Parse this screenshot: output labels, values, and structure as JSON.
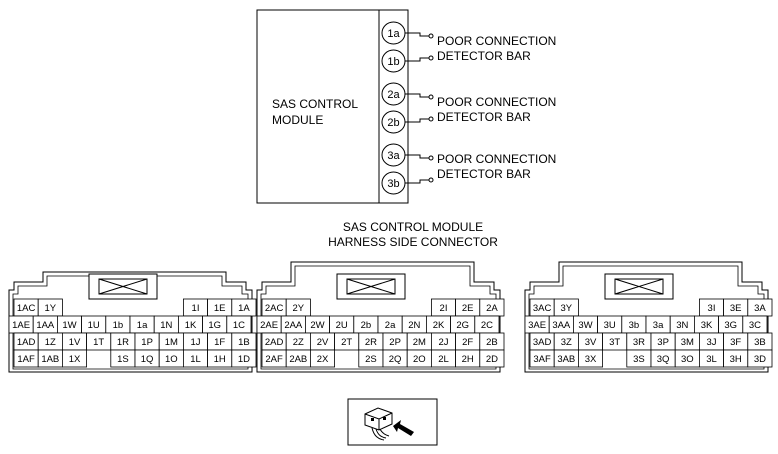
{
  "module": {
    "label_line1": "SAS CONTROL",
    "label_line2": "MODULE",
    "terminals": [
      "1a",
      "1b",
      "2a",
      "2b",
      "3a",
      "3b"
    ],
    "bar_label_line1": "POOR CONNECTION",
    "bar_label_line2": "DETECTOR BAR"
  },
  "connector_title": {
    "line1": "SAS CONTROL MODULE",
    "line2": "HARNESS SIDE CONNECTOR"
  },
  "connectors": [
    {
      "rows": [
        [
          "1AC",
          "1Y",
          "",
          "",
          "",
          "",
          "",
          "1I",
          "1E",
          "1A"
        ],
        [
          "1AE",
          "1AA",
          "1W",
          "1U",
          "1b",
          "1a",
          "1N",
          "1K",
          "1G",
          "1C"
        ],
        [
          "1AD",
          "1Z",
          "1V",
          "1T",
          "1R",
          "1P",
          "1M",
          "1J",
          "1F",
          "1B"
        ],
        [
          "1AF",
          "1AB",
          "1X",
          "",
          "1S",
          "1Q",
          "1O",
          "1L",
          "1H",
          "1D"
        ]
      ]
    },
    {
      "rows": [
        [
          "2AC",
          "2Y",
          "",
          "",
          "",
          "",
          "",
          "2I",
          "2E",
          "2A"
        ],
        [
          "2AE",
          "2AA",
          "2W",
          "2U",
          "2b",
          "2a",
          "2N",
          "2K",
          "2G",
          "2C"
        ],
        [
          "2AD",
          "2Z",
          "2V",
          "2T",
          "2R",
          "2P",
          "2M",
          "2J",
          "2F",
          "2B"
        ],
        [
          "2AF",
          "2AB",
          "2X",
          "",
          "2S",
          "2Q",
          "2O",
          "2L",
          "2H",
          "2D"
        ]
      ]
    },
    {
      "rows": [
        [
          "3AC",
          "3Y",
          "",
          "",
          "",
          "",
          "",
          "3I",
          "3E",
          "3A"
        ],
        [
          "3AE",
          "3AA",
          "3W",
          "3U",
          "3b",
          "3a",
          "3N",
          "3K",
          "3G",
          "3C"
        ],
        [
          "3AD",
          "3Z",
          "3V",
          "3T",
          "3R",
          "3P",
          "3M",
          "3J",
          "3F",
          "3B"
        ],
        [
          "3AF",
          "3AB",
          "3X",
          "",
          "3S",
          "3Q",
          "3O",
          "3L",
          "3H",
          "3D"
        ]
      ]
    }
  ],
  "connector_view_icon": "connector-harness-side-view-icon"
}
